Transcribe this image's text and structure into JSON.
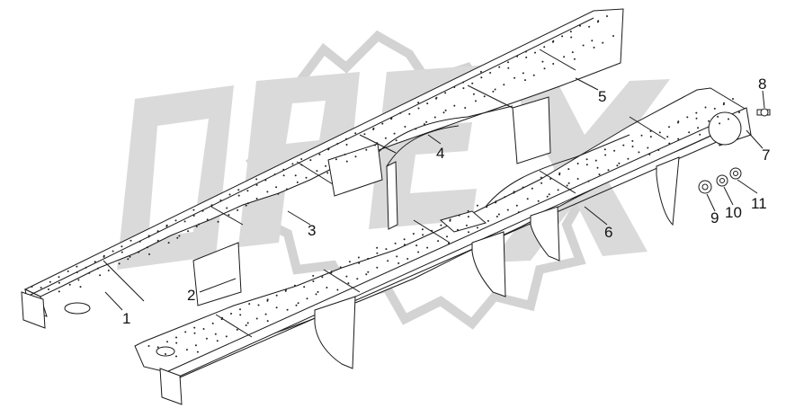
{
  "watermark": {
    "text": "OPEX",
    "color": "#c8c8c8"
  },
  "colors": {
    "line": "#1a1a1a",
    "fill": "#ffffff",
    "rivet": "#222222"
  },
  "callouts": [
    {
      "id": "1",
      "label": "1"
    },
    {
      "id": "2",
      "label": "2"
    },
    {
      "id": "3",
      "label": "3"
    },
    {
      "id": "4",
      "label": "4"
    },
    {
      "id": "5",
      "label": "5"
    },
    {
      "id": "6",
      "label": "6"
    },
    {
      "id": "7",
      "label": "7"
    },
    {
      "id": "8",
      "label": "8"
    },
    {
      "id": "9",
      "label": "9"
    },
    {
      "id": "10",
      "label": "10"
    },
    {
      "id": "11",
      "label": "11"
    }
  ]
}
